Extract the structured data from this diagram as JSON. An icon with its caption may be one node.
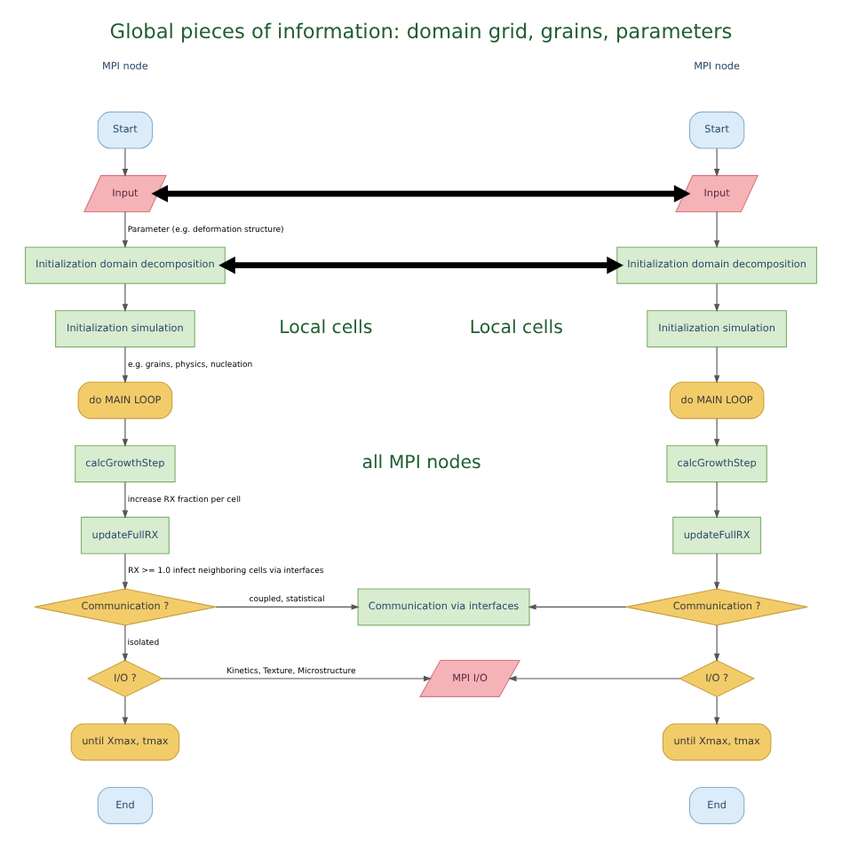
{
  "diagram": {
    "title": "Global pieces of information: domain grid, grains, parameters",
    "nodes": [
      {
        "text": [
          "Start"
        ]
      },
      {
        "text": [
          "Input"
        ]
      },
      {
        "text": [
          "Initialization domain decomposition"
        ]
      },
      {
        "text": [
          "Initialization simulation"
        ]
      },
      {
        "text": [
          "do MAIN LOOP"
        ]
      },
      {
        "text": [
          "calcGrowthStep"
        ]
      },
      {
        "text": [
          "updateFullRX"
        ]
      },
      {
        "text": [
          "Communication ?"
        ]
      },
      {
        "text": [
          "I/O ?"
        ]
      },
      {
        "text": [
          "until Xmax, tmax"
        ]
      },
      {
        "text": [
          "End"
        ]
      },
      {
        "text": [
          "Communication via interfaces"
        ]
      },
      {
        "text": [
          "MPI I/O"
        ]
      },
      {
        "text": [
          "Start"
        ]
      },
      {
        "text": [
          "Input"
        ]
      },
      {
        "text": [
          "Initialization domain decomposition"
        ]
      },
      {
        "text": [
          "Initialization simulation"
        ]
      },
      {
        "text": [
          "do MAIN LOOP"
        ]
      },
      {
        "text": [
          "calcGrowthStep"
        ]
      },
      {
        "text": [
          "updateFullRX"
        ]
      },
      {
        "text": [
          "Communication ?"
        ]
      },
      {
        "text": [
          "I/O ?"
        ]
      },
      {
        "text": [
          "until Xmax, tmax"
        ]
      },
      {
        "text": [
          "End"
        ]
      }
    ],
    "edges": [
      {
        "from": 0,
        "to": 1,
        "arrow": "to"
      },
      {
        "from": 1,
        "to": 2,
        "arrow": "to",
        "label": "Parameter (e.g. deformation structure)"
      },
      {
        "from": 2,
        "to": 3,
        "arrow": "to"
      },
      {
        "from": 3,
        "to": 4,
        "arrow": "to",
        "label": "e.g. grains, physics, nucleation"
      },
      {
        "from": 4,
        "to": 5,
        "arrow": "to"
      },
      {
        "from": 5,
        "to": 6,
        "arrow": "to",
        "label": "increase RX fraction per cell"
      },
      {
        "from": 6,
        "to": 7,
        "arrow": "to",
        "label": "RX >= 1.0 infect neighboring cells via interfaces"
      },
      {
        "from": 7,
        "to": 11,
        "arrow": "to",
        "label": "coupled, statistical"
      },
      {
        "from": 7,
        "to": 8,
        "arrow": "to",
        "label": "isolated"
      },
      {
        "from": 8,
        "to": 12,
        "arrow": "to",
        "label": "Kinetics, Texture, Microstructure"
      },
      {
        "from": 8,
        "to": 9,
        "arrow": "to"
      },
      {
        "from": 13,
        "to": 14,
        "arrow": "to"
      },
      {
        "from": 14,
        "to": 15,
        "arrow": "to"
      },
      {
        "from": 15,
        "to": 16,
        "arrow": "to"
      },
      {
        "from": 16,
        "to": 17,
        "arrow": "to"
      },
      {
        "from": 17,
        "to": 18,
        "arrow": "to"
      },
      {
        "from": 18,
        "to": 19,
        "arrow": "to"
      },
      {
        "from": 19,
        "to": 20,
        "arrow": "to"
      },
      {
        "from": 20,
        "to": 11,
        "arrow": "to"
      },
      {
        "from": 20,
        "to": 21,
        "arrow": "to"
      },
      {
        "from": 21,
        "to": 12,
        "arrow": "to"
      },
      {
        "from": 21,
        "to": 22,
        "arrow": "to"
      },
      {
        "from": 1,
        "to": 14,
        "arrow": "both",
        "style": "thick",
        "color": "#000000"
      },
      {
        "from": 2,
        "to": 15,
        "arrow": "both",
        "style": "thick",
        "color": "#000000"
      }
    ],
    "labels": [
      "MPI node",
      "MPI node",
      "Local cells",
      "Local cells",
      "all MPI nodes"
    ]
  }
}
